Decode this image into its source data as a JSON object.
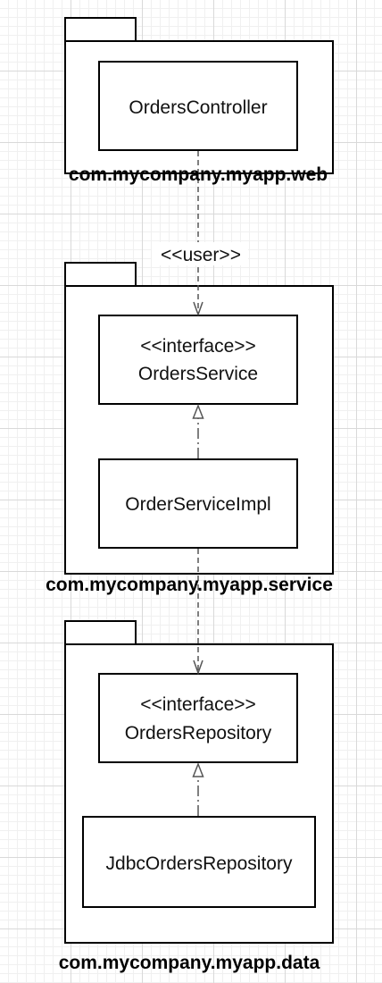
{
  "packages": {
    "web": {
      "label": "com.mycompany.myapp.web"
    },
    "service": {
      "label": "com.mycompany.myapp.service"
    },
    "data": {
      "label": "com.mycompany.myapp.data"
    }
  },
  "classes": {
    "orders_controller": {
      "name": "OrdersController"
    },
    "orders_service": {
      "stereotype": "<<interface>>",
      "name": "OrdersService"
    },
    "order_service_impl": {
      "name": "OrderServiceImpl"
    },
    "orders_repository": {
      "stereotype": "<<interface>>",
      "name": "OrdersRepository"
    },
    "jdbc_orders_repository": {
      "name": "JdbcOrdersRepository"
    }
  },
  "edges": {
    "controller_to_service": {
      "type": "dependency",
      "stereotype": "<<user>>"
    },
    "impl_to_service": {
      "type": "realization"
    },
    "impl_to_repository": {
      "type": "dependency"
    },
    "jdbc_to_repository": {
      "type": "realization"
    }
  },
  "colors": {
    "line": "#000000",
    "edge": "#555555",
    "grid_major": "#d9d9d9",
    "grid_minor": "#f0f0f0"
  }
}
